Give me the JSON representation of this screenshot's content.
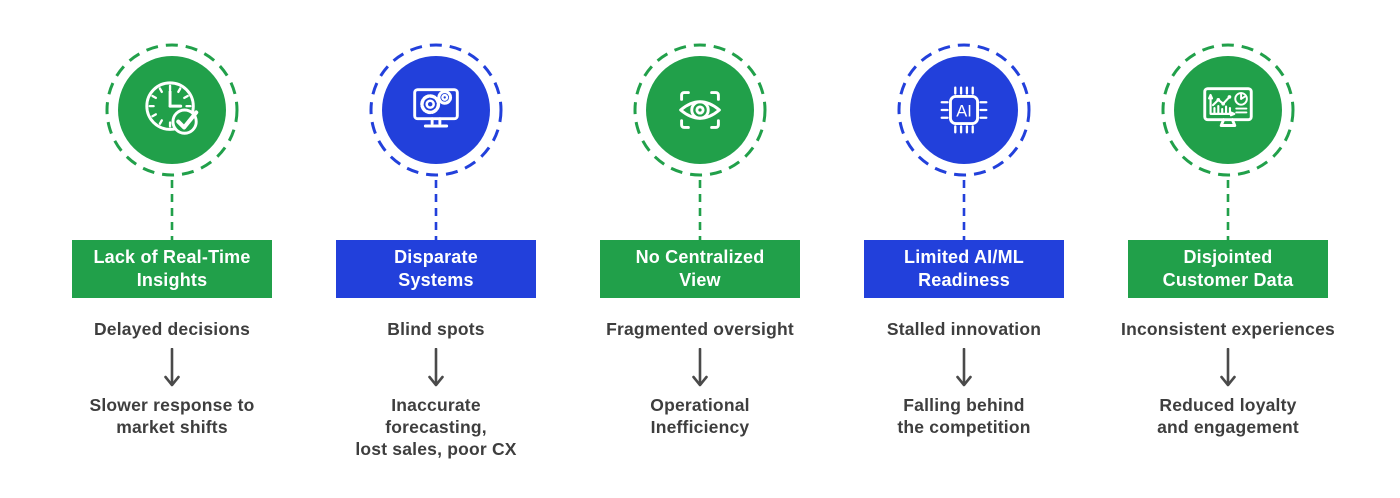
{
  "colors": {
    "green": "#21A04A",
    "blue": "#2240DB",
    "text": "#3E3E3E",
    "arrow": "#4A4A4A"
  },
  "columns": [
    {
      "accent": "green",
      "icon": "clock-check-icon",
      "title": "Lack of Real-Time\nInsights",
      "effect": "Delayed decisions",
      "result": "Slower response to\nmarket shifts"
    },
    {
      "accent": "blue",
      "icon": "monitor-gears-icon",
      "title": "Disparate\nSystems",
      "effect": "Blind spots",
      "result": "Inaccurate\nforecasting,\nlost sales, poor CX"
    },
    {
      "accent": "green",
      "icon": "eye-scan-icon",
      "title": "No Centralized\nView",
      "effect": "Fragmented oversight",
      "result": "Operational\nInefficiency"
    },
    {
      "accent": "blue",
      "icon": "ai-chip-icon",
      "chip_label": "AI",
      "title": "Limited AI/ML\nReadiness",
      "effect": "Stalled innovation",
      "result": "Falling behind\nthe competition"
    },
    {
      "accent": "green",
      "icon": "analytics-dashboard-icon",
      "title": "Disjointed\nCustomer Data",
      "effect": "Inconsistent experiences",
      "result": "Reduced loyalty\nand engagement"
    }
  ]
}
